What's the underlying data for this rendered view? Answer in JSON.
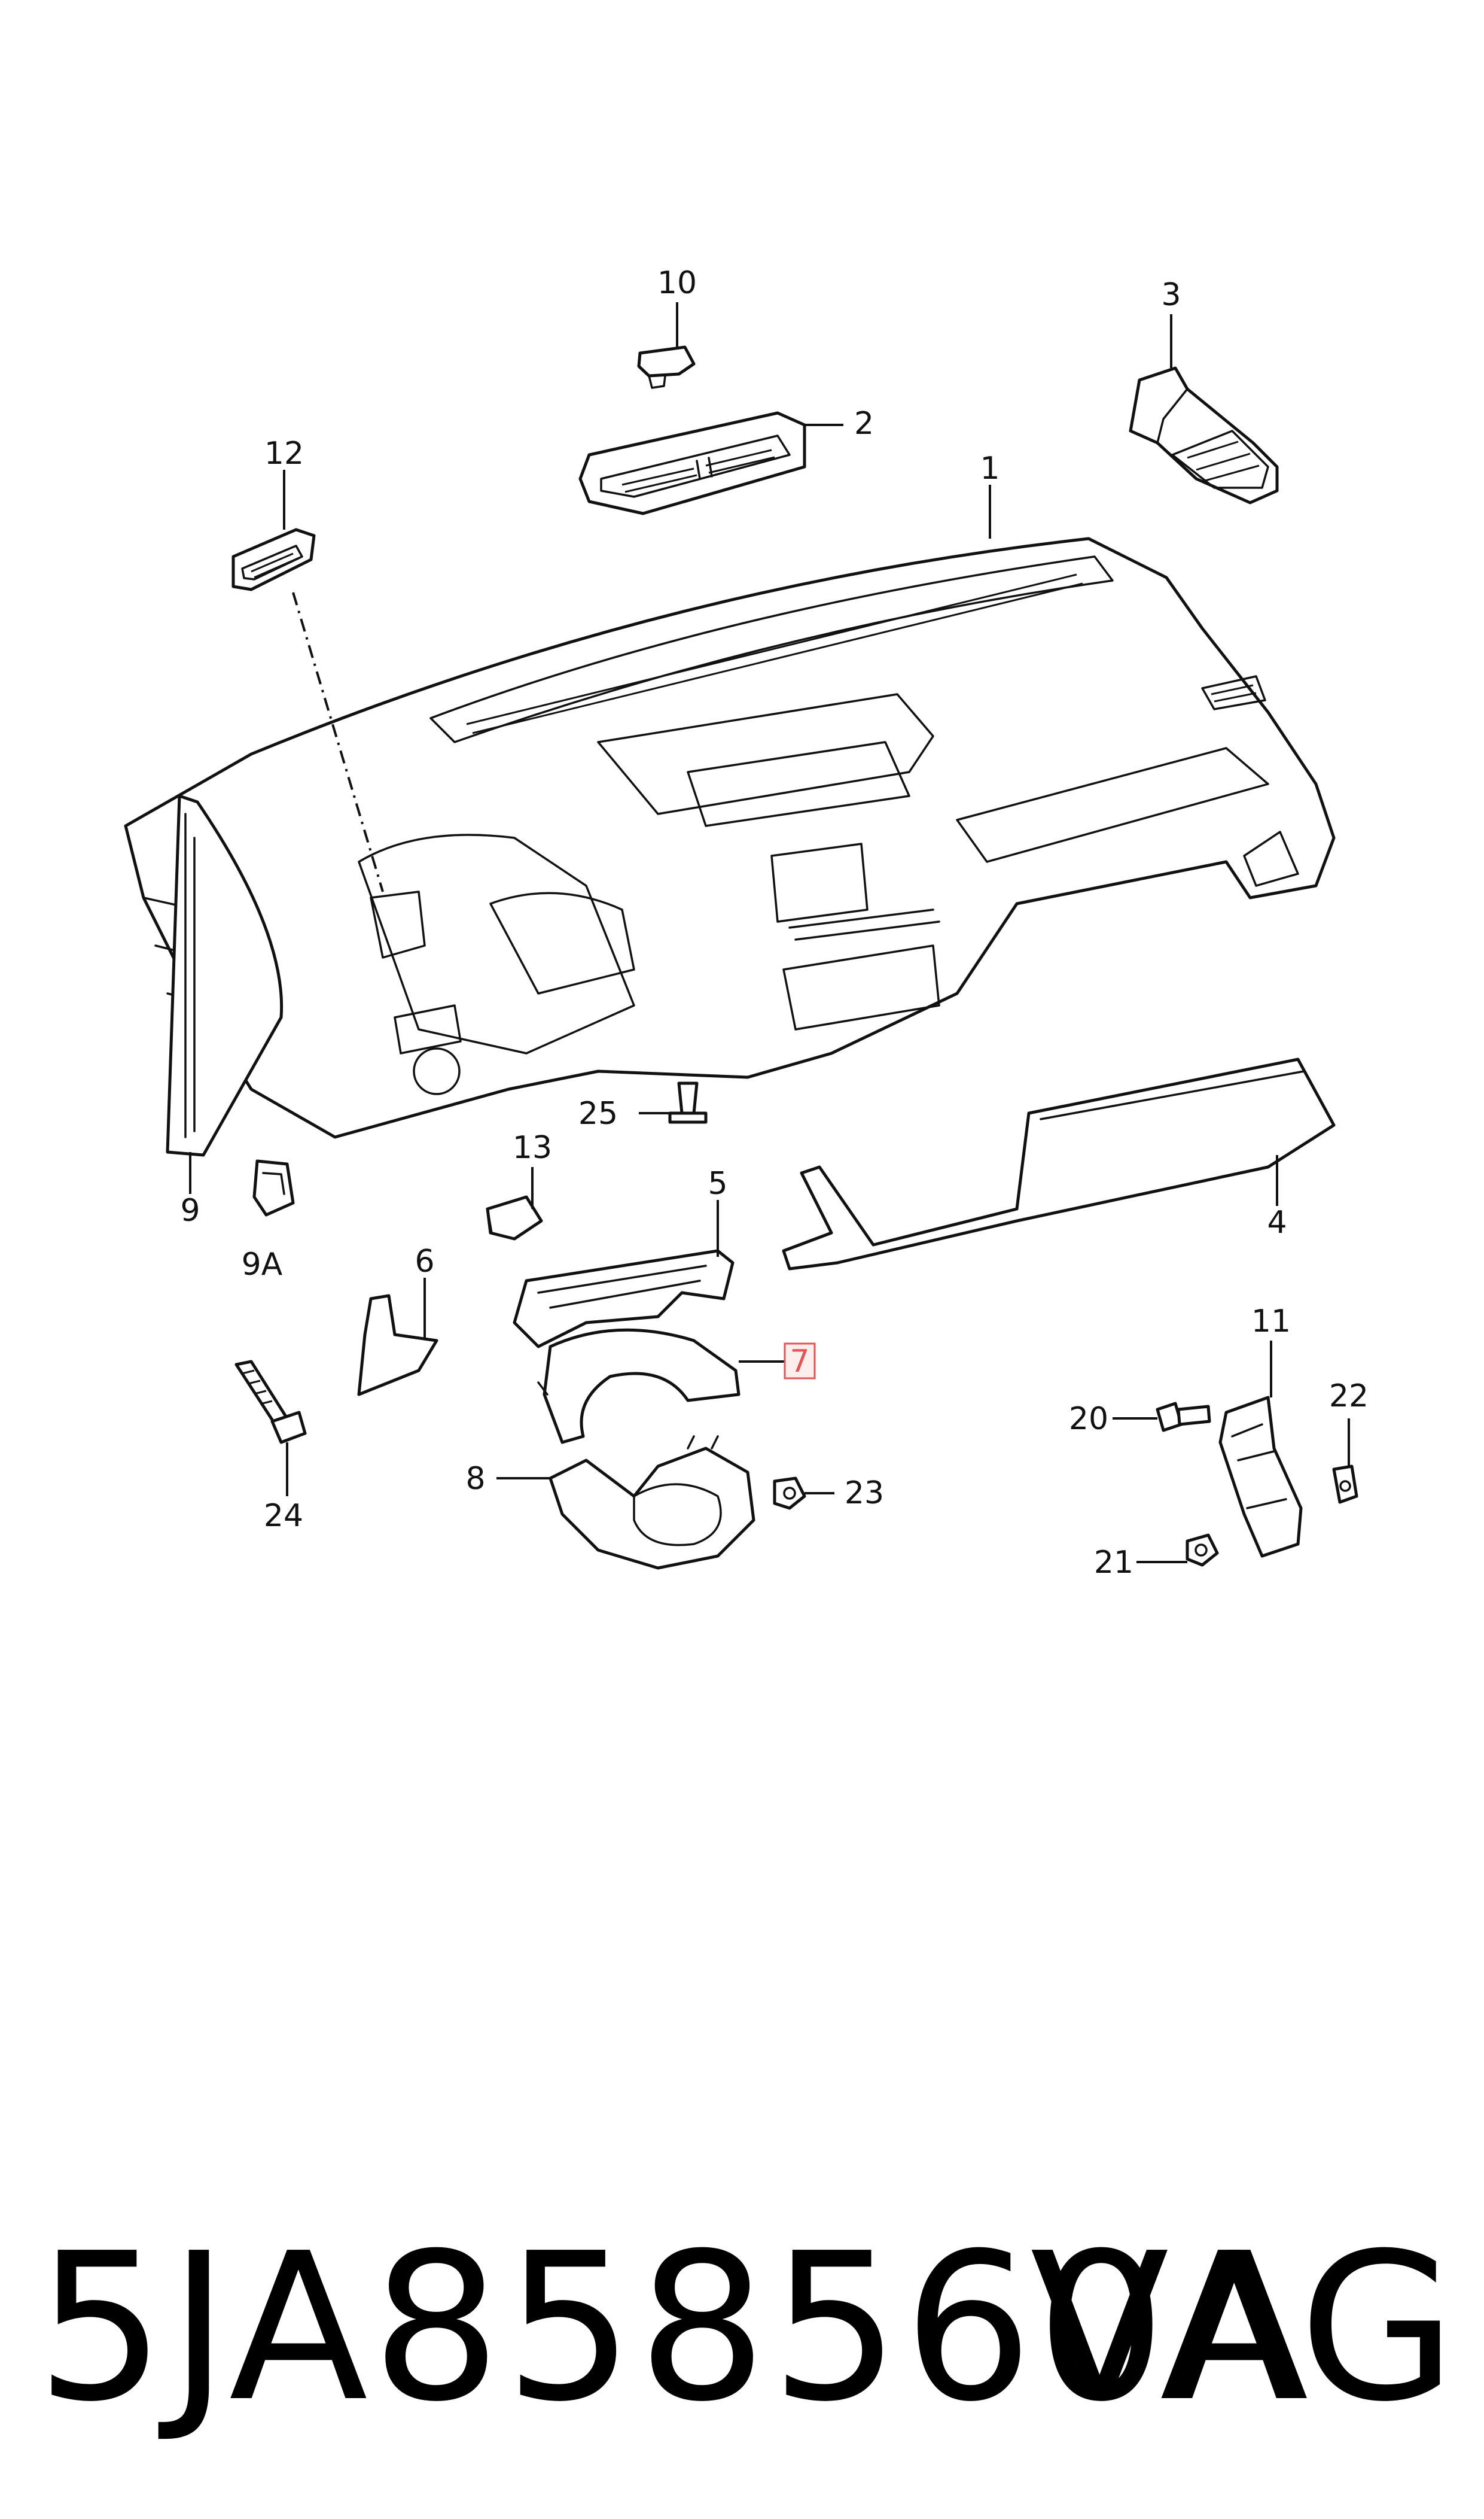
{
  "diagram": {
    "highlighted_callout": "7",
    "callouts": {
      "c1": "1",
      "c2": "2",
      "c3": "3",
      "c4": "4",
      "c5": "5",
      "c6": "6",
      "c7": "7",
      "c8": "8",
      "c9": "9",
      "c9a": "9A",
      "c10": "10",
      "c11": "11",
      "c12": "12",
      "c13": "13",
      "c20": "20",
      "c21": "21",
      "c22": "22",
      "c23": "23",
      "c24": "24",
      "c25": "25"
    },
    "highlight_color": "#e05555"
  },
  "footer": {
    "part_number": "5JA858560A",
    "brand": "VAG"
  }
}
